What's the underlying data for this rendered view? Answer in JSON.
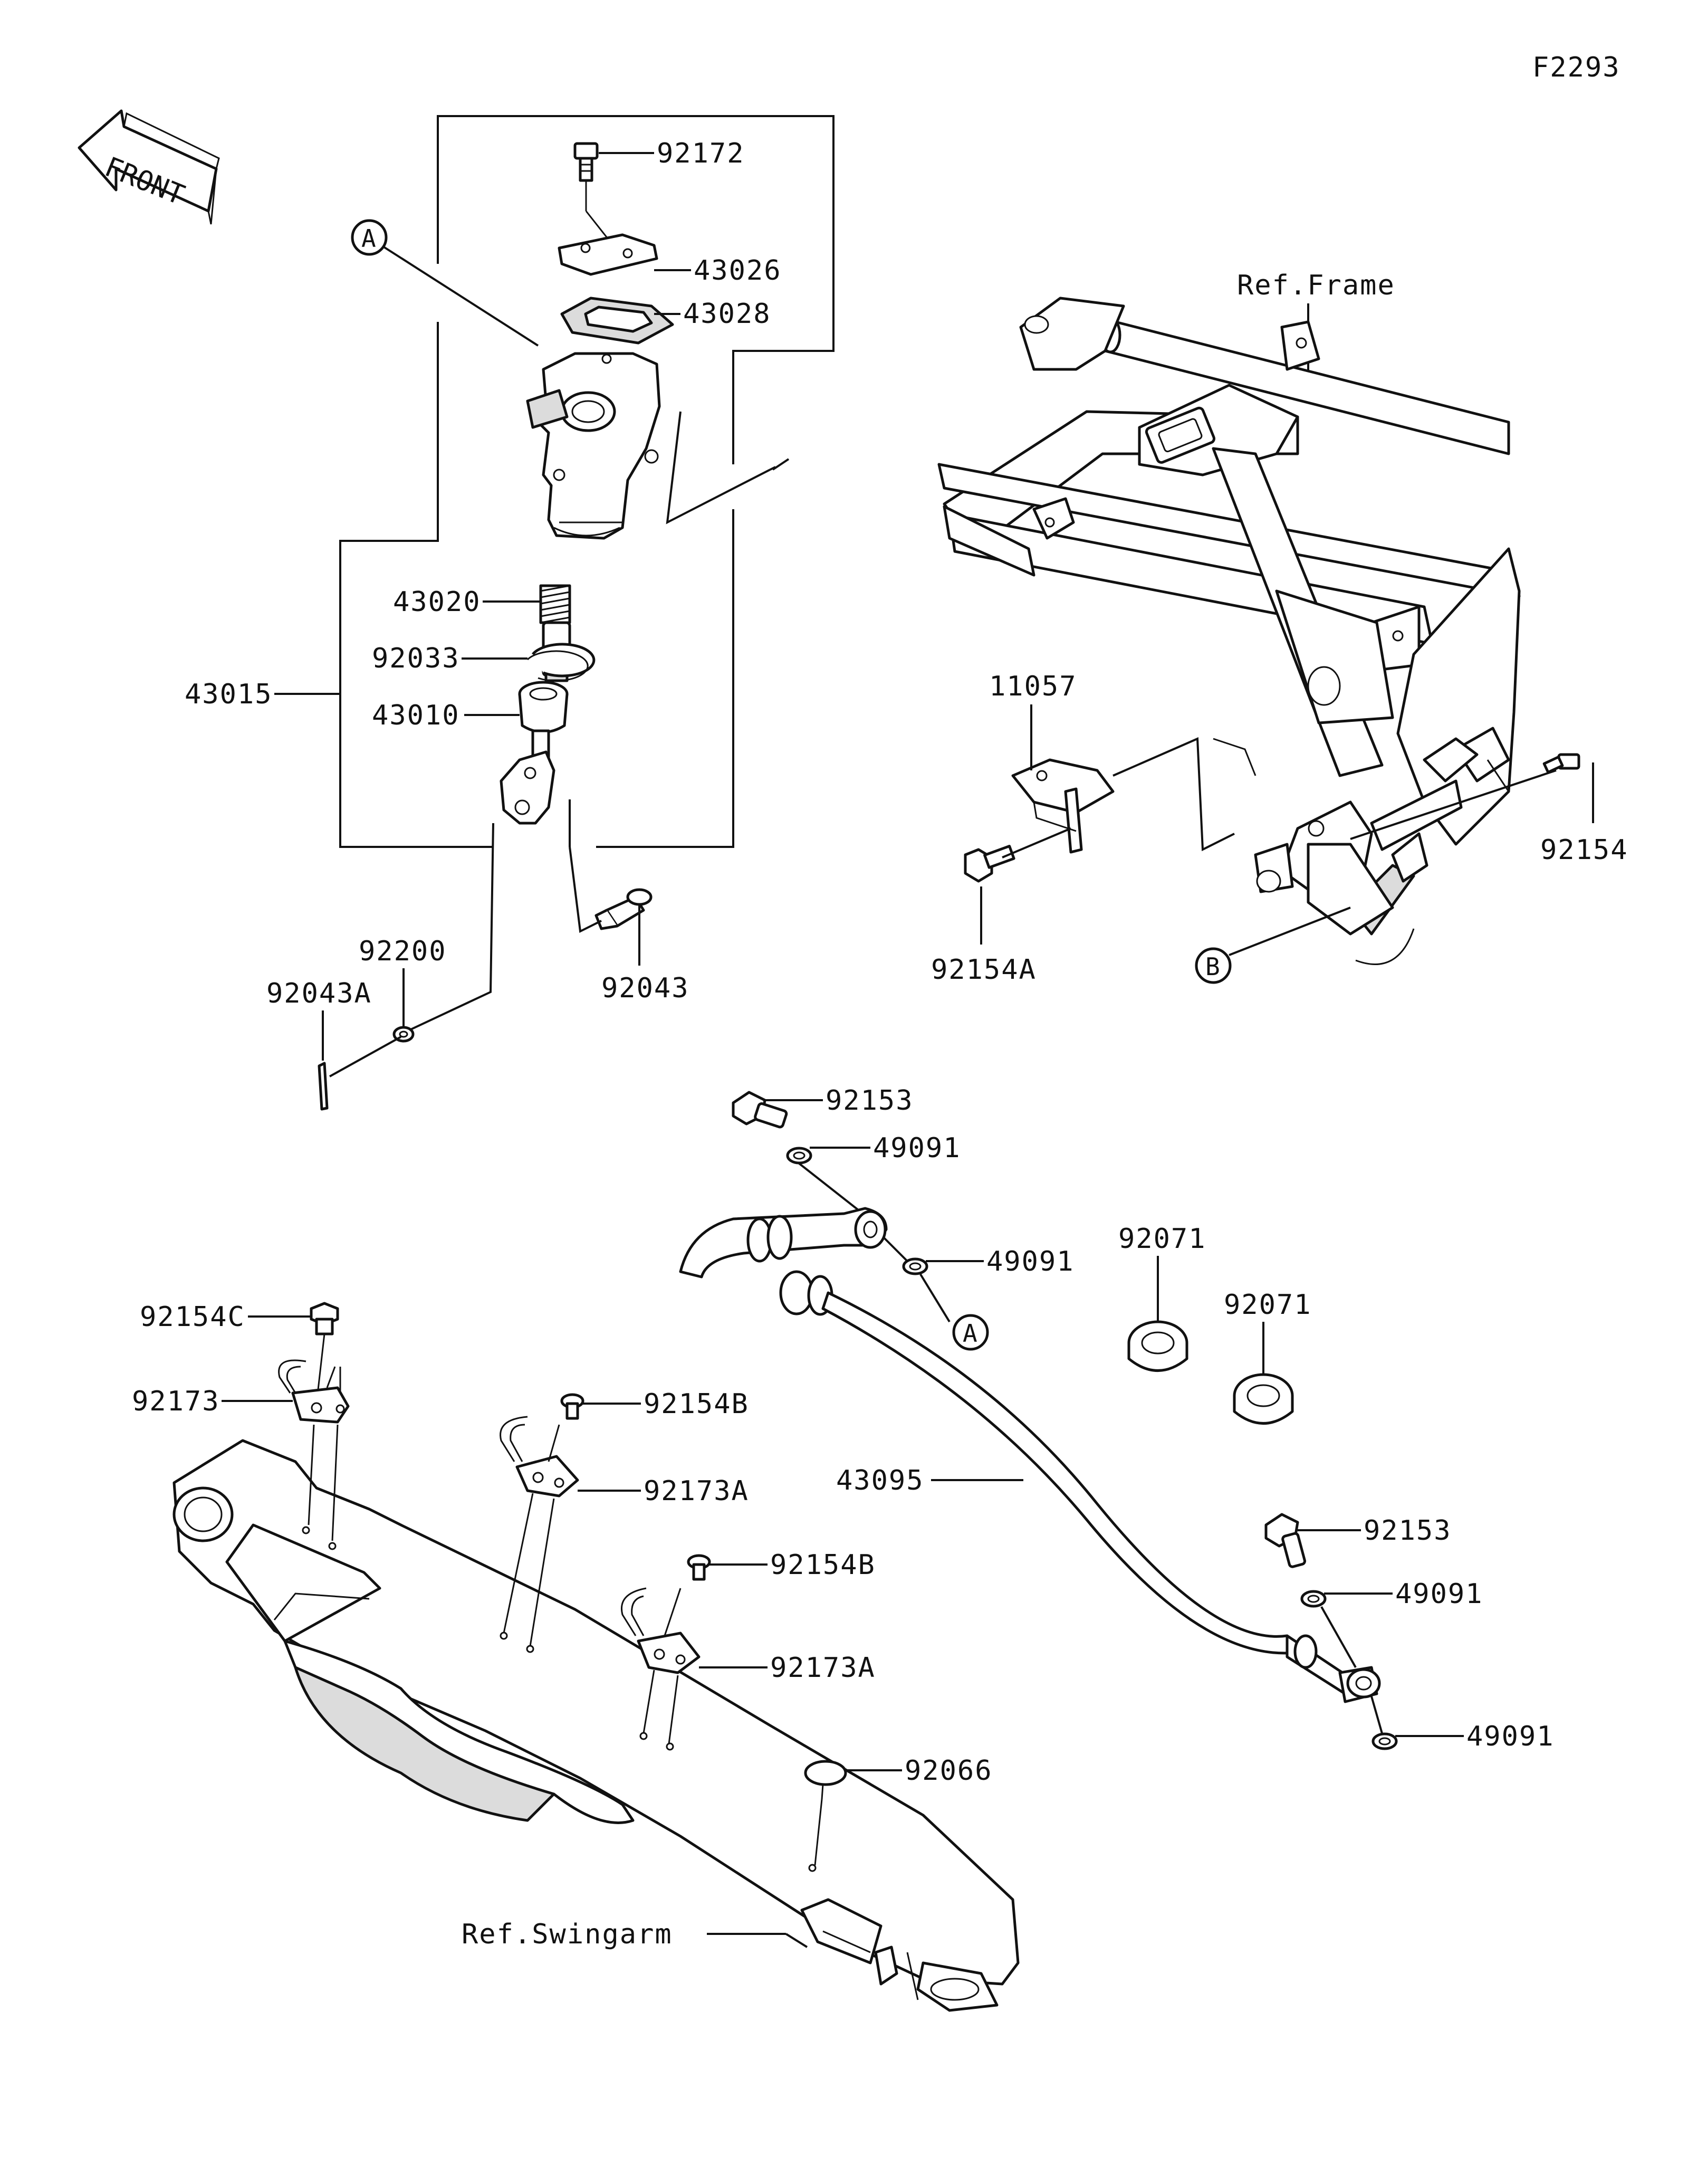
{
  "figure_id": "F2293",
  "front_label": "FRONT",
  "ref_labels": {
    "frame": "Ref.Frame",
    "swingarm": "Ref.Swingarm"
  },
  "callouts": {
    "a": "A",
    "b": "B"
  },
  "parts": {
    "p92172": "92172",
    "p43026": "43026",
    "p43028": "43028",
    "p43020": "43020",
    "p92033": "92033",
    "p43015": "43015",
    "p43010": "43010",
    "p92200": "92200",
    "p92043A": "92043A",
    "p92043": "92043",
    "p11057": "11057",
    "p92154": "92154",
    "p92154A": "92154A",
    "p92153_top": "92153",
    "p49091_top1": "49091",
    "p49091_top2": "49091",
    "p92071_a": "92071",
    "p92071_b": "92071",
    "p92154C": "92154C",
    "p92173": "92173",
    "p92154B_1": "92154B",
    "p92173A_1": "92173A",
    "p92154B_2": "92154B",
    "p92173A_2": "92173A",
    "p43095": "43095",
    "p92153_bot": "92153",
    "p49091_bot1": "49091",
    "p49091_bot2": "49091",
    "p92066": "92066"
  }
}
